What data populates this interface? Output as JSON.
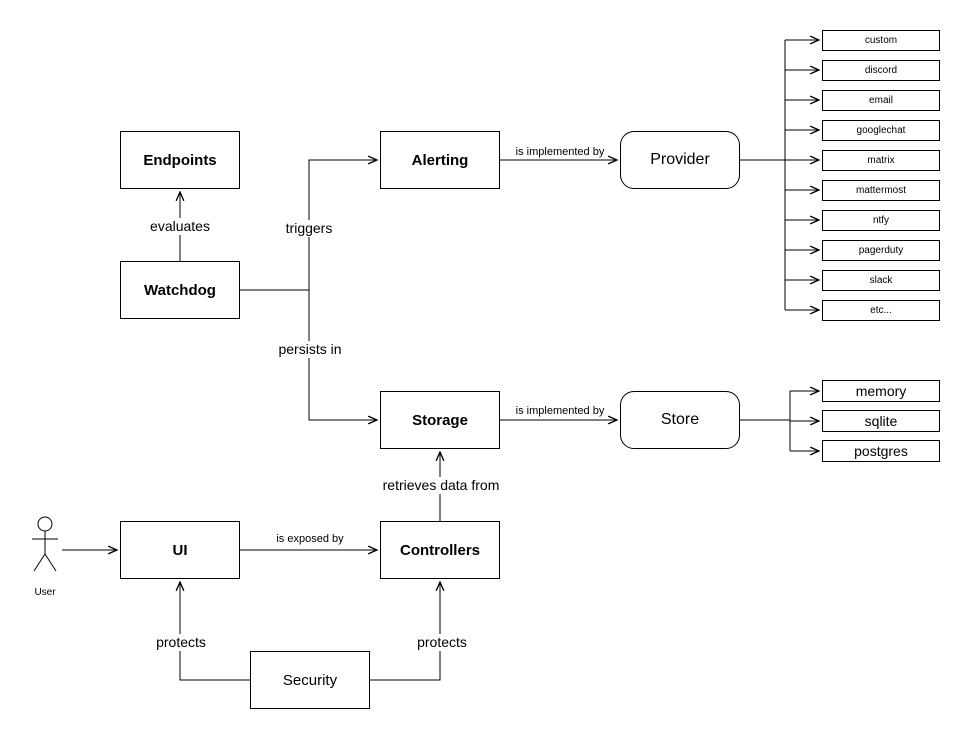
{
  "nodes": {
    "endpoints": "Endpoints",
    "watchdog": "Watchdog",
    "alerting": "Alerting",
    "provider": "Provider",
    "storage": "Storage",
    "store": "Store",
    "ui": "UI",
    "controllers": "Controllers",
    "security": "Security"
  },
  "edge_labels": {
    "evaluates": "evaluates",
    "triggers": "triggers",
    "persists_in": "persists in",
    "alerting_implemented_by": "is implemented by",
    "storage_implemented_by": "is implemented by",
    "retrieves_data_from": "retrieves data from",
    "is_exposed_by": "is exposed by",
    "protects_ui": "protects",
    "protects_controllers": "protects"
  },
  "actor": {
    "label": "User"
  },
  "providers": [
    "custom",
    "discord",
    "email",
    "googlechat",
    "matrix",
    "mattermost",
    "ntfy",
    "pagerduty",
    "slack",
    "etc..."
  ],
  "stores": [
    "memory",
    "sqlite",
    "postgres"
  ]
}
